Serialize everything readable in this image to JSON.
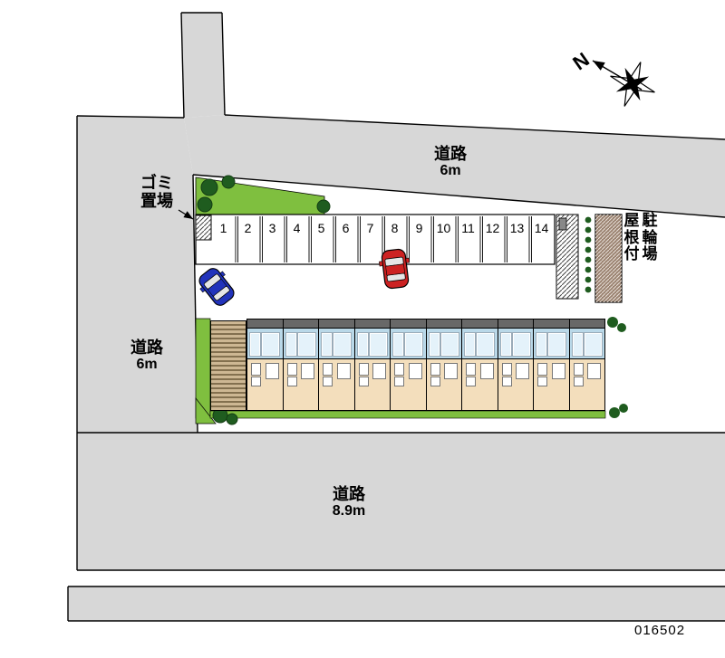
{
  "plan": {
    "id": "016502",
    "compass": {
      "north_label": "N"
    },
    "roads": {
      "top": {
        "name": "道路",
        "width": "6m"
      },
      "left": {
        "name": "道路",
        "width": "6m"
      },
      "bottom": {
        "name": "道路",
        "width": "8.9m"
      }
    },
    "labels": {
      "garbage_line1": "ゴミ",
      "garbage_line2": "置場",
      "bike_col_left": "屋根付",
      "bike_col_right": "駐輪場"
    },
    "parking": {
      "spaces": [
        "1",
        "2",
        "3",
        "4",
        "5",
        "6",
        "7",
        "8",
        "9",
        "10",
        "11",
        "12",
        "13",
        "14"
      ]
    },
    "building": {
      "unit_count": 10
    },
    "colors": {
      "road": "#d7d7d7",
      "green": "#7fbf3f",
      "tree": "#1f5c1f",
      "glass": "#b9d8e8",
      "tan": "#f3debc",
      "brown": "#9a8270",
      "car-red": "#cc2222",
      "car-blue": "#2233bb"
    }
  }
}
